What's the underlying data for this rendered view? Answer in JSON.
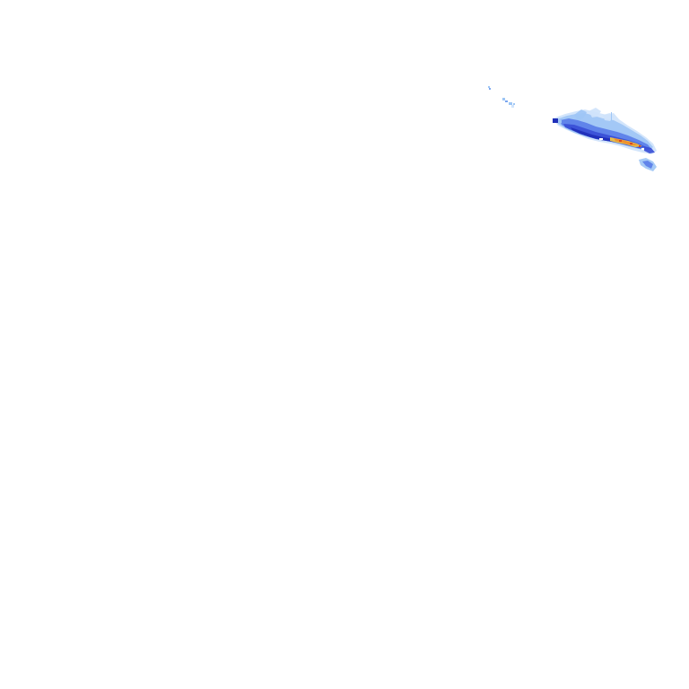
{
  "map": {
    "background_color": "#ffffff",
    "layer": "radar-reflectivity-overlay",
    "palette": {
      "very_light": "#cfe3fb",
      "light": "#9ec6f5",
      "medium_light": "#7aa6f0",
      "medium": "#5a7ee8",
      "strong": "#3a4fd6",
      "very_strong": "#1f2fb8",
      "core_orange": "#f08c2a",
      "core_yellow": "#f5c842",
      "core_red": "#d94a1e"
    },
    "cells": [
      {
        "id": "stray-echo-1",
        "intensity_levels": [
          "light"
        ]
      },
      {
        "id": "stray-echo-2",
        "intensity_levels": [
          "light",
          "very_light"
        ]
      },
      {
        "id": "main-band",
        "intensity_levels": [
          "very_light",
          "light",
          "medium",
          "strong",
          "very_strong",
          "core_yellow",
          "core_orange",
          "core_red"
        ]
      },
      {
        "id": "trailing-echo",
        "intensity_levels": [
          "light",
          "medium"
        ]
      }
    ]
  }
}
